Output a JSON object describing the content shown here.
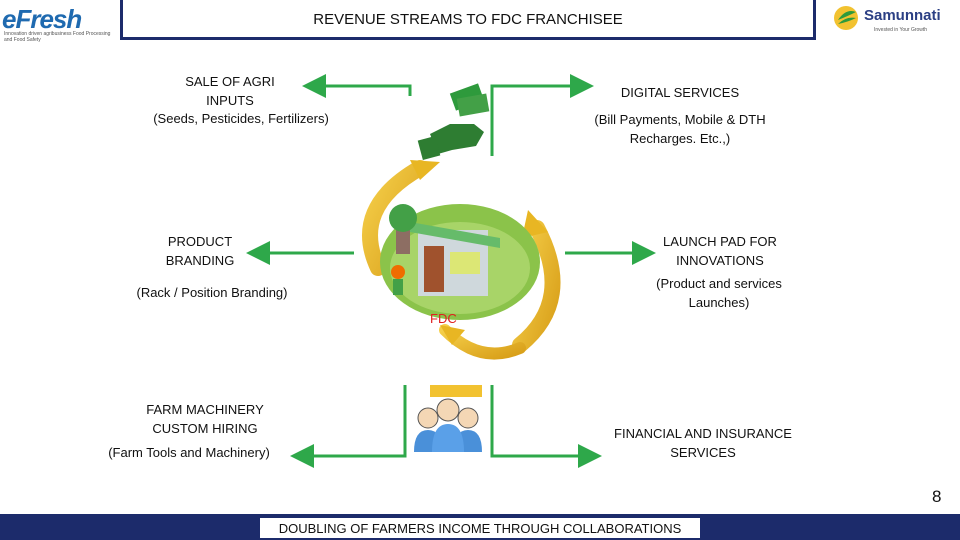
{
  "header": {
    "title": "REVENUE STREAMS TO FDC FRANCHISEE",
    "left_logo": {
      "brand": "eFresh",
      "tagline": "Innovation driven agribusiness Food Processing and Food Safety"
    },
    "right_logo": {
      "brand": "Samunnati",
      "tagline": "Invested in Your Growth"
    }
  },
  "center": {
    "label": "FDC",
    "label_color": "#e02020"
  },
  "streams": {
    "sale_agri_inputs": {
      "title": "SALE OF AGRI INPUTS",
      "title_line1": "SALE OF AGRI",
      "title_line2": "INPUTS",
      "detail": "(Seeds, Pesticides, Fertilizers)"
    },
    "digital_services": {
      "title": "DIGITAL SERVICES",
      "detail_line1": "(Bill Payments, Mobile & DTH",
      "detail_line2": "Recharges. Etc.,)"
    },
    "product_branding": {
      "title_line1": "PRODUCT",
      "title_line2": "BRANDING",
      "detail": "(Rack / Position Branding)"
    },
    "launch_pad": {
      "title_line1": "LAUNCH PAD FOR",
      "title_line2": "INNOVATIONS",
      "detail_line1": "(Product and services",
      "detail_line2": "Launches)"
    },
    "farm_machinery": {
      "title_line1": "FARM MACHINERY",
      "title_line2": "CUSTOM HIRING",
      "detail": "(Farm Tools and Machinery)"
    },
    "financial_insurance": {
      "title_line1": "FINANCIAL AND INSURANCE",
      "title_line2": "SERVICES"
    }
  },
  "footer": {
    "text": "DOUBLING OF FARMERS INCOME THROUGH COLLABORATIONS"
  },
  "page_number": "8",
  "colors": {
    "arrow_green": "#2ea84a",
    "cycle_gold": "#e8b623",
    "navy": "#1c2b6b"
  }
}
